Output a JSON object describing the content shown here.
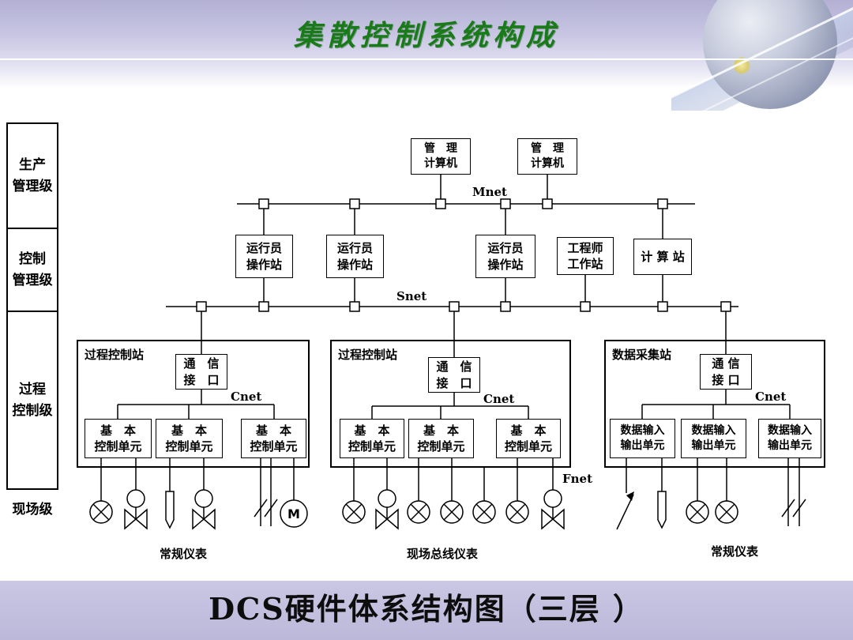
{
  "header": {
    "title": "集散控制系统构成"
  },
  "footer": {
    "caption": "DCS硬件体系结构图（三层 ）"
  },
  "levels": {
    "production": "生产\n管理级",
    "control": "控制\n管理级",
    "process": "过程\n控制级",
    "field": "现场级"
  },
  "network_labels": {
    "mnet": "Mnet",
    "snet": "Snet",
    "cnet": "Cnet",
    "fnet": "Fnet"
  },
  "management_computers": [
    {
      "label": "管　理\n计算机"
    },
    {
      "label": "管　理\n计算机"
    }
  ],
  "stations": [
    {
      "label": "运行员\n操作站"
    },
    {
      "label": "运行员\n操作站"
    },
    {
      "label": "运行员\n操作站"
    },
    {
      "label": "工程师\n工作站"
    },
    {
      "label": "计 算 站"
    }
  ],
  "control_groups": [
    {
      "title": "过程控制站",
      "comm": "通　信\n接　口",
      "units": [
        "基　本\n控制单元",
        "基　本\n控制单元",
        "基　本\n控制单元"
      ],
      "instrument_label": "常规仪表"
    },
    {
      "title": "过程控制站",
      "comm": "通　信\n接　口",
      "units": [
        "基　本\n控制单元",
        "基　本\n控制单元",
        "基　本\n控制单元"
      ],
      "instrument_label": "现场总线仪表"
    },
    {
      "title": "数据采集站",
      "comm": "通 信\n接 口",
      "units": [
        "数据输入\n输出单元",
        "数据输入\n输出单元",
        "数据输入\n输出单元"
      ],
      "instrument_label": "常规仪表"
    }
  ],
  "instruments": {
    "motor_label": "M"
  }
}
